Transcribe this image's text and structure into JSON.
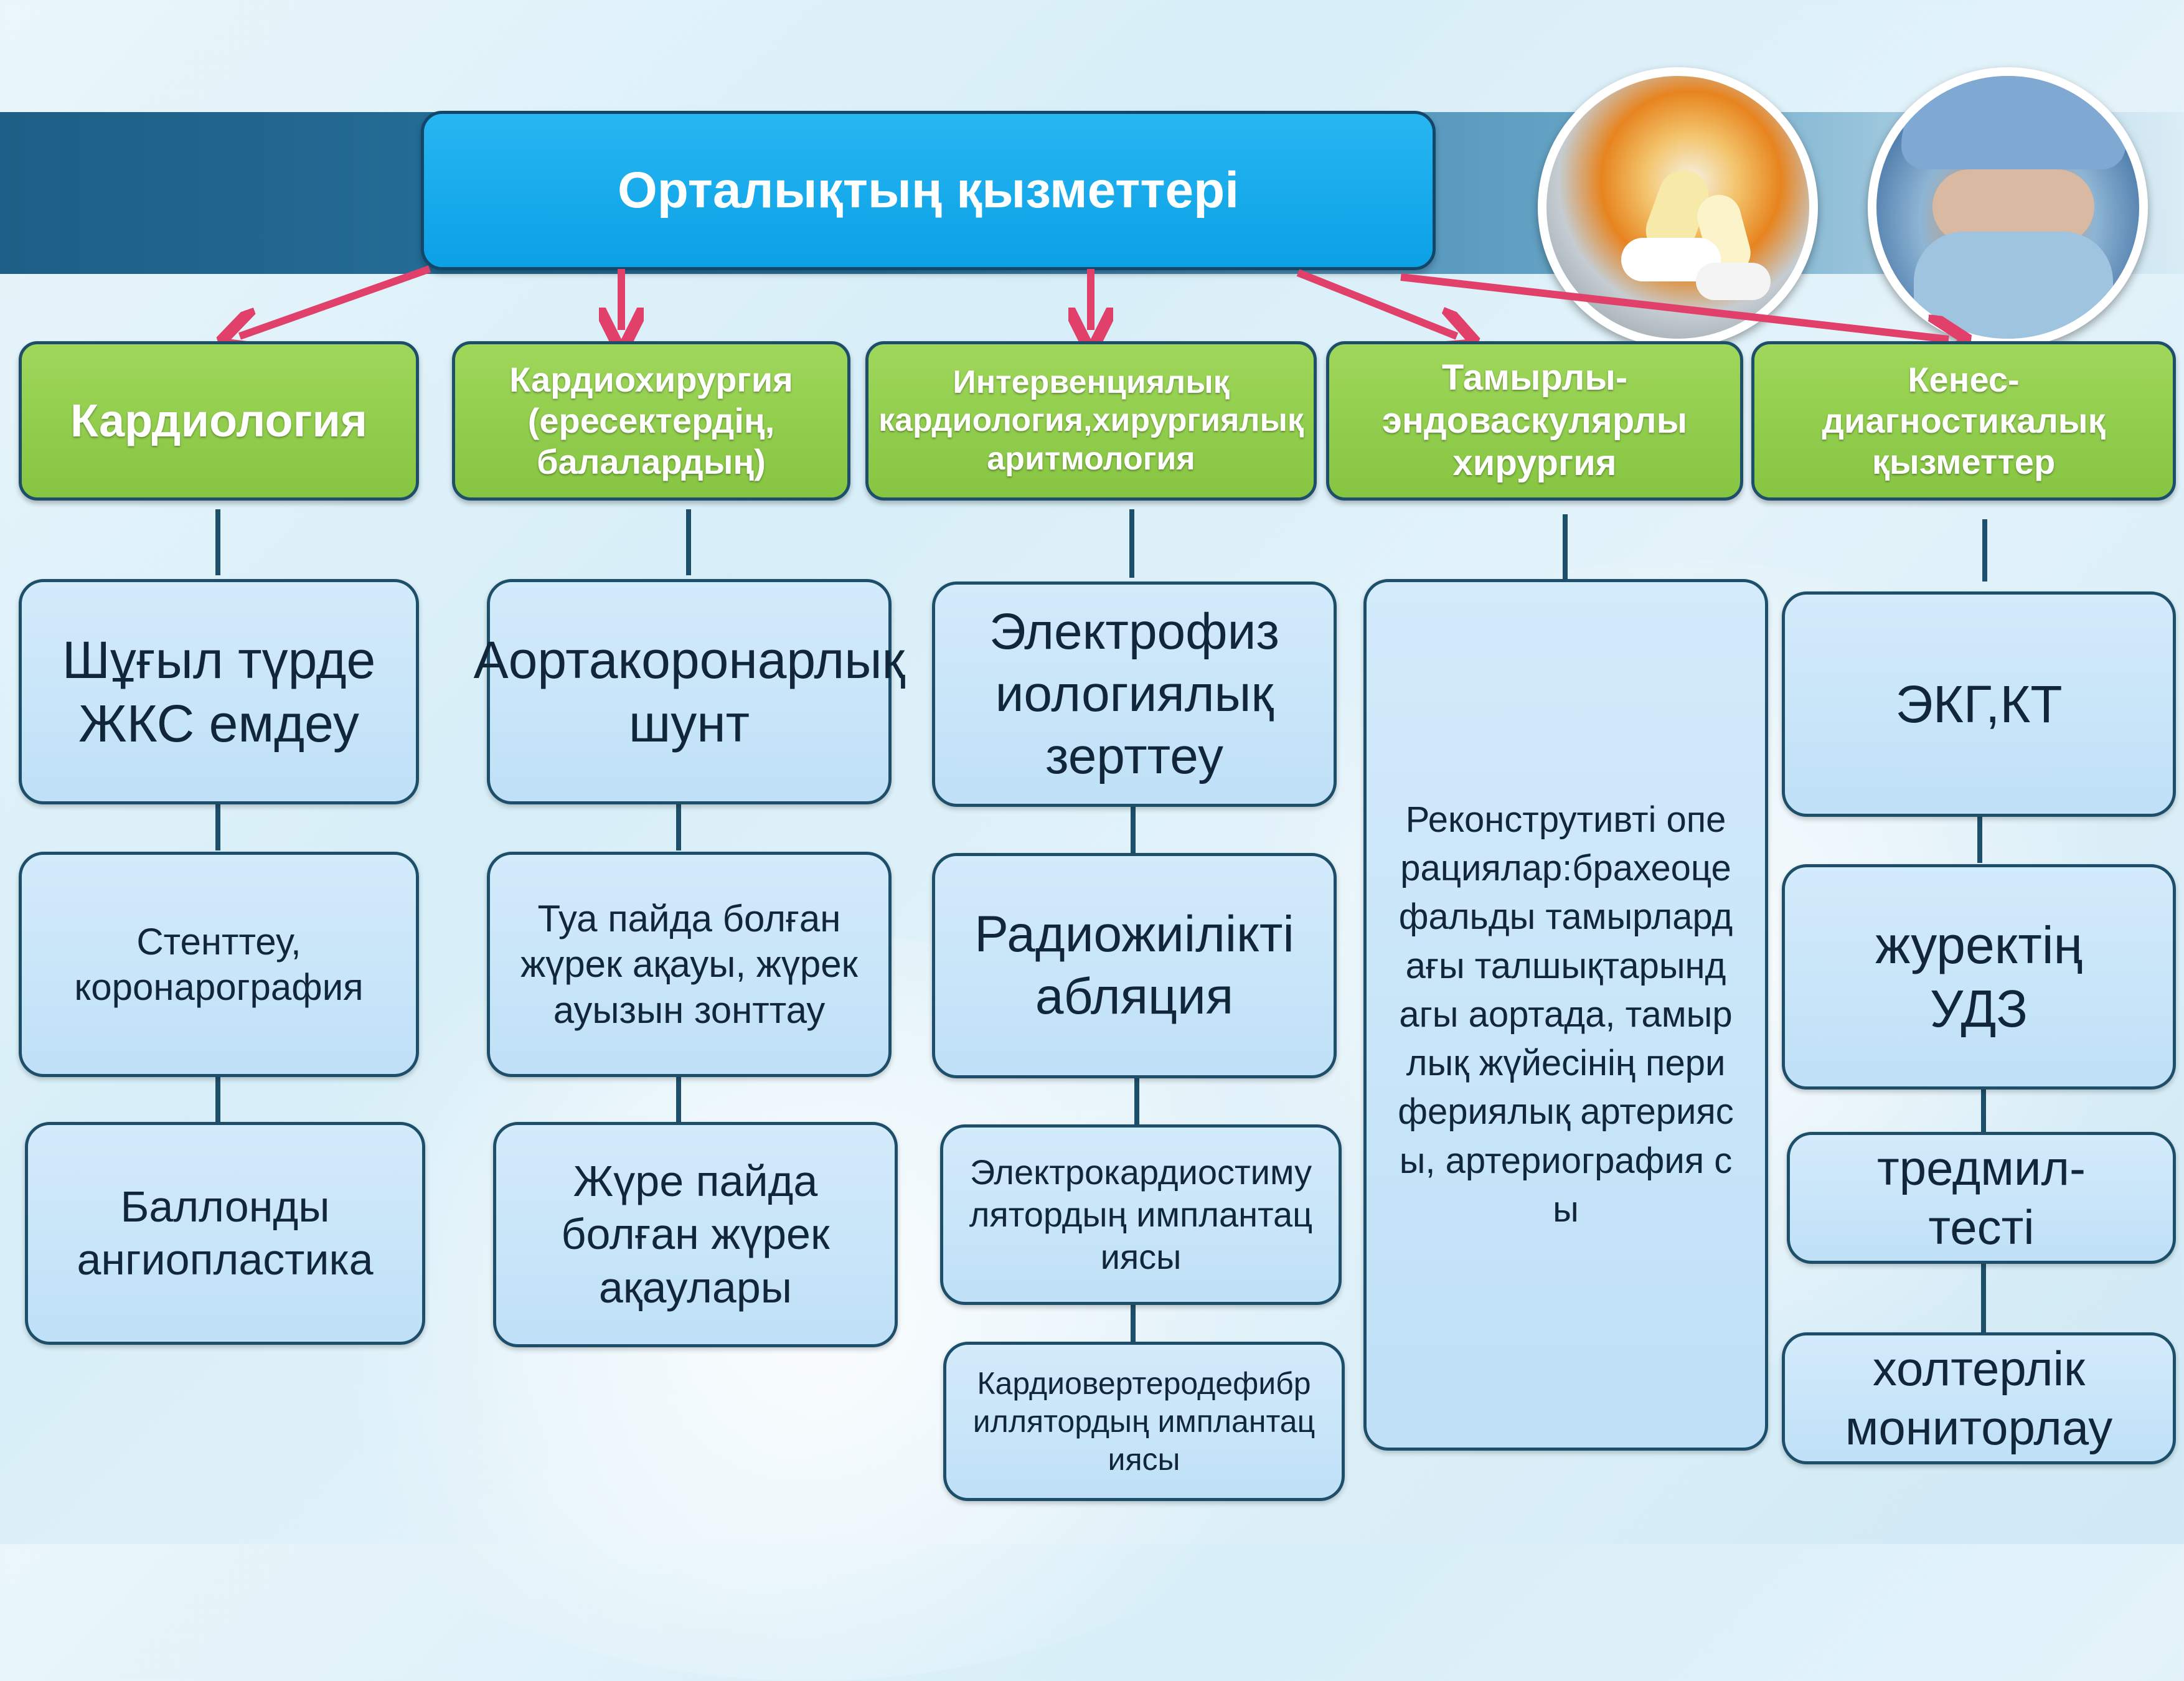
{
  "title": "Орталықтың қызметтері",
  "colors": {
    "title_fill": "#0ba1e6",
    "category_fill": "#8bc34a",
    "item_fill": "#c6e4f8",
    "border": "#1e4f6a",
    "arrow": "#e0406a"
  },
  "categories": [
    {
      "label": "Кардиология",
      "items": [
        "Шұғыл түрде ЖКС емдеу",
        "Стенттеу, коронарография",
        "Баллонды ангиопластика"
      ]
    },
    {
      "label": "Кардиохирургия (ересектердің, балалардың)",
      "items": [
        "Аортакоронарлық шунт",
        "Туа пайда болған жүрек ақауы, жүрек ауызын зонттау",
        "Жүре пайда болған жүрек ақаулары"
      ]
    },
    {
      "label": "Интервенциялық кардиология,хирургиялық аритмология",
      "items": [
        "Электрофизиологиялық зерттеу",
        "Радиожиіліктi абляция",
        "Электрокардиостимулятордың имплантациясы",
        "Кардиовертеродефибриллятордың имплантациясы"
      ]
    },
    {
      "label": "Тамырлы-эндоваскулярлы хирургия",
      "items": [
        "Реконструтивті операциялар:брахеоцефальды тамырлардағы талшықтарындагы аортада, тамырлық жүйесінің перифериялық артериясы, артериография сы"
      ]
    },
    {
      "label": "Кенес-диагностикалық қызметтер",
      "items": [
        "ЭКГ,КТ",
        "журектің УДЗ",
        "тредмил-тесті",
        "холтерлік мониторлау"
      ]
    }
  ]
}
